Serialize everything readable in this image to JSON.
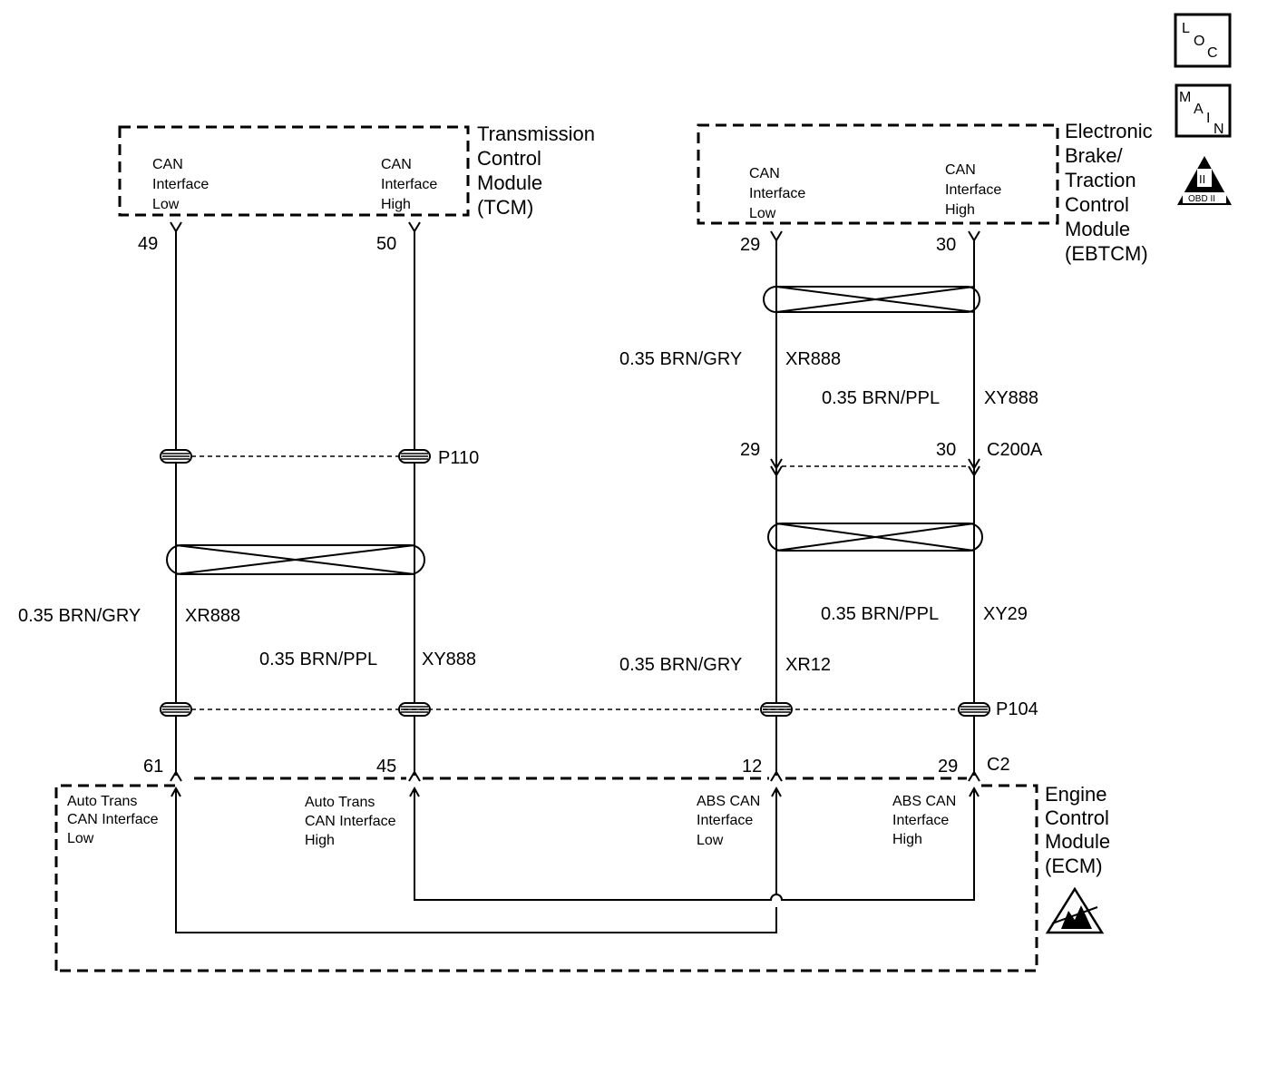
{
  "modules": {
    "tcm": {
      "name_lines": [
        "Transmission",
        "Control",
        "Module",
        "(TCM)"
      ],
      "pin_low": {
        "lines": [
          "CAN",
          "Interface",
          "Low"
        ],
        "pin": "49"
      },
      "pin_high": {
        "lines": [
          "CAN",
          "Interface",
          "High"
        ],
        "pin": "50"
      }
    },
    "ebtcm": {
      "name_lines": [
        "Electronic",
        "Brake/",
        "Traction",
        "Control",
        "Module",
        "(EBTCM)"
      ],
      "pin_low": {
        "lines": [
          "CAN",
          "Interface",
          "Low"
        ],
        "pin": "29"
      },
      "pin_high": {
        "lines": [
          "CAN",
          "Interface",
          "High"
        ],
        "pin": "30"
      }
    },
    "ecm": {
      "name_lines": [
        "Engine",
        "Control",
        "Module",
        "(ECM)"
      ],
      "connector": "C2",
      "pins": [
        {
          "lines": [
            "Auto Trans",
            "CAN Interface",
            "Low"
          ],
          "pin": "61"
        },
        {
          "lines": [
            "Auto Trans",
            "CAN Interface",
            "High"
          ],
          "pin": "45"
        },
        {
          "lines": [
            "ABS CAN",
            "Interface",
            "Low"
          ],
          "pin": "12"
        },
        {
          "lines": [
            "ABS CAN",
            "Interface",
            "High"
          ],
          "pin": "29"
        }
      ]
    }
  },
  "connector_c200a": {
    "name": "C200A",
    "pin_low": "29",
    "pin_high": "30"
  },
  "splices": {
    "p110": "P110",
    "p104": "P104"
  },
  "wires": {
    "ebtcm_low_upper": {
      "gauge_color": "0.35 BRN/GRY",
      "circuit": "XR888"
    },
    "ebtcm_high_upper": {
      "gauge_color": "0.35 BRN/PPL",
      "circuit": "XY888"
    },
    "tcm_low": {
      "gauge_color": "0.35 BRN/GRY",
      "circuit": "XR888"
    },
    "tcm_high": {
      "gauge_color": "0.35 BRN/PPL",
      "circuit": "XY888"
    },
    "ecm_abs_low": {
      "gauge_color": "0.35 BRN/GRY",
      "circuit": "XR12"
    },
    "ecm_abs_high": {
      "gauge_color": "0.35 BRN/PPL",
      "circuit": "XY29"
    }
  },
  "icons": {
    "loc": {
      "letters": [
        "L",
        "O",
        "C"
      ],
      "icon": "loc-icon"
    },
    "main": {
      "letters": [
        "M",
        "A",
        "I",
        "N"
      ],
      "icon": "main-icon"
    },
    "obd": {
      "label": "OBD II",
      "numeral": "II",
      "icon": "obd-ii-icon"
    },
    "esd": {
      "icon": "esd-warning-icon"
    }
  }
}
